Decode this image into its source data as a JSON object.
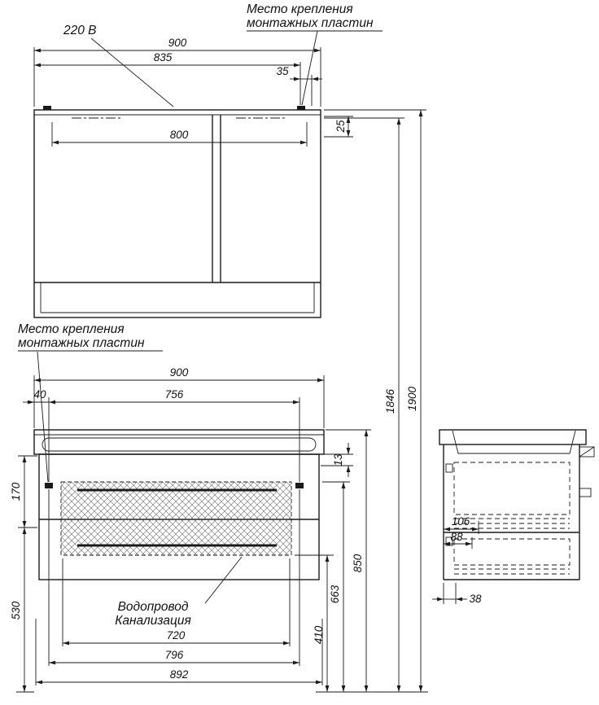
{
  "labels": {
    "voltage": "220 В",
    "mount_top_1": "Место крепления",
    "mount_top_2": "монтажных пластин",
    "mount_left_1": "Место крепления",
    "mount_left_2": "монтажных пластин",
    "plumb_1": "Водопровод",
    "plumb_2": "Канализация"
  },
  "dims": {
    "m900": "900",
    "m835": "835",
    "m35": "35",
    "m800": "800",
    "m25": "25",
    "h1846": "1846",
    "h1900": "1900",
    "v900": "900",
    "v40": "40",
    "v756": "756",
    "v13": "13",
    "v170": "170",
    "v530": "530",
    "v850": "850",
    "v663": "663",
    "v410": "410",
    "v720": "720",
    "v796": "796",
    "v892": "892",
    "s106": "106",
    "s88": "88",
    "s38": "38"
  },
  "colors": {
    "line": "#1a1a1a",
    "background": "#ffffff"
  }
}
